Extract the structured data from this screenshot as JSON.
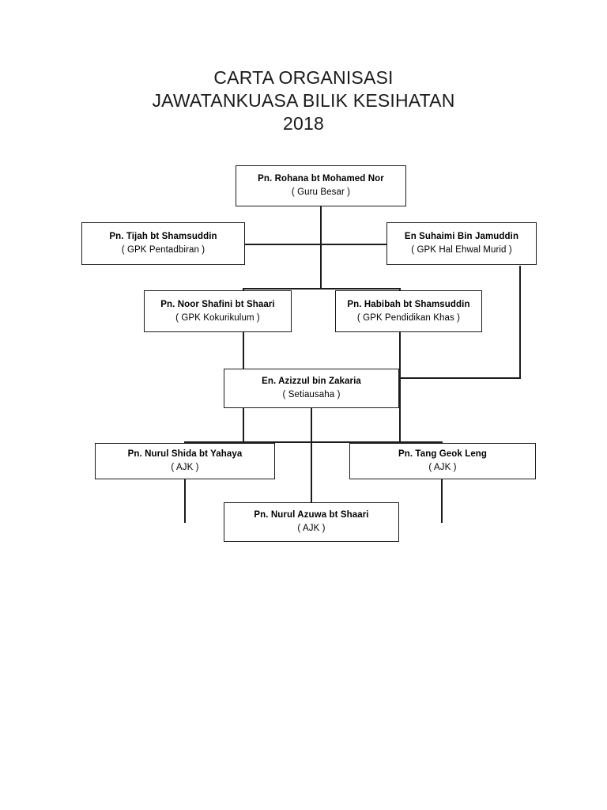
{
  "document": {
    "title_lines": [
      "CARTA ORGANISASI",
      "JAWATANKUASA BILIK KESIHATAN",
      "2018"
    ],
    "year": "2018"
  },
  "chart_data": {
    "type": "diagram",
    "subtype": "organization-chart",
    "title": "CARTA ORGANISASI JAWATANKUASA BILIK KESIHATAN 2018",
    "orientation": "top-down",
    "nodes": [
      {
        "id": "n1",
        "name": "Pn. Rohana bt Mohamed Nor",
        "role": "( Guru Besar )",
        "level": 1
      },
      {
        "id": "n2",
        "name": "Pn. Tijah bt Shamsuddin",
        "role": "( GPK Pentadbiran )",
        "level": 2
      },
      {
        "id": "n3",
        "name": "En Suhaimi Bin Jamuddin",
        "role": "( GPK Hal Ehwal Murid )",
        "level": 2
      },
      {
        "id": "n4",
        "name": "Pn. Noor Shafini bt Shaari",
        "role": "( GPK Kokurikulum )",
        "level": 3
      },
      {
        "id": "n5",
        "name": "Pn. Habibah bt Shamsuddin",
        "role": "( GPK Pendidikan Khas )",
        "level": 3
      },
      {
        "id": "n6",
        "name": "En. Azizzul bin Zakaria",
        "role": "( Setiausaha )",
        "level": 4
      },
      {
        "id": "n7",
        "name": "Pn. Nurul Shida bt Yahaya",
        "role": "( AJK )",
        "level": 5
      },
      {
        "id": "n8",
        "name": "Pn. Tang Geok Leng",
        "role": "( AJK )",
        "level": 5
      },
      {
        "id": "n9",
        "name": "Pn. Nurul Azuwa bt Shaari",
        "role": "( AJK )",
        "level": 5
      }
    ],
    "edges": [
      {
        "from": "n1",
        "to": "n2"
      },
      {
        "from": "n1",
        "to": "n3"
      },
      {
        "from": "n1",
        "to": "n4"
      },
      {
        "from": "n1",
        "to": "n5"
      },
      {
        "from": "n3",
        "to": "n6"
      },
      {
        "from": "n6",
        "to": "n7"
      },
      {
        "from": "n6",
        "to": "n8"
      },
      {
        "from": "n6",
        "to": "n9"
      }
    ]
  }
}
